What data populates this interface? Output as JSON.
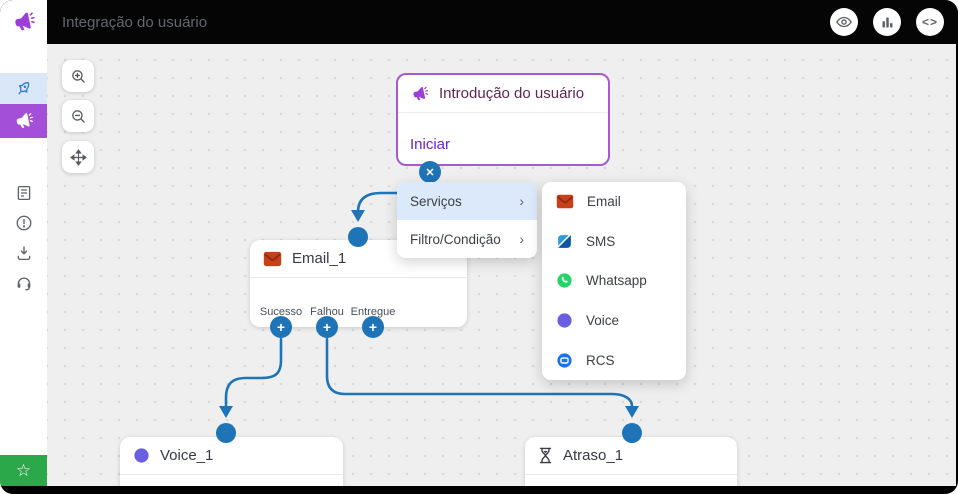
{
  "header": {
    "title": "Integração do usuário",
    "actions": [
      {
        "label": "preview"
      },
      {
        "label": "analytics"
      },
      {
        "label": "embed-code"
      }
    ]
  },
  "icons": {
    "expand": "»",
    "close": "✕",
    "plus": "+",
    "chevron_right": "›",
    "star": "☆",
    "code": "<>"
  },
  "colors": {
    "accent_purple": "#a44fd8",
    "node_border_purple": "#a55ad2",
    "edge_blue": "#1f74b8",
    "menu_highlight": "#dbe9fb",
    "footer_green": "#2ba84a"
  },
  "sidebar": {
    "items": [
      {
        "name": "expand"
      },
      {
        "name": "launch"
      },
      {
        "name": "campaign"
      },
      {
        "name": "docs"
      },
      {
        "name": "alerts"
      },
      {
        "name": "download"
      },
      {
        "name": "support"
      }
    ]
  },
  "canvas": {
    "zoom_controls": [
      {
        "name": "zoom-in"
      },
      {
        "name": "zoom-out"
      },
      {
        "name": "pan"
      }
    ],
    "start_node": {
      "title": "Introdução do usuário",
      "action": "Iniciar"
    },
    "email_node": {
      "title": "Email_1",
      "outputs": [
        "Sucesso",
        "Falhou",
        "Entregue"
      ]
    },
    "voice_node": {
      "title": "Voice_1"
    },
    "delay_node": {
      "title": "Atraso_1"
    },
    "context_menu": {
      "items": [
        {
          "label": "Serviços"
        },
        {
          "label": "Filtro/Condição"
        }
      ]
    },
    "services_menu": {
      "items": [
        {
          "label": "Email"
        },
        {
          "label": "SMS"
        },
        {
          "label": "Whatsapp"
        },
        {
          "label": "Voice"
        },
        {
          "label": "RCS"
        }
      ]
    }
  }
}
